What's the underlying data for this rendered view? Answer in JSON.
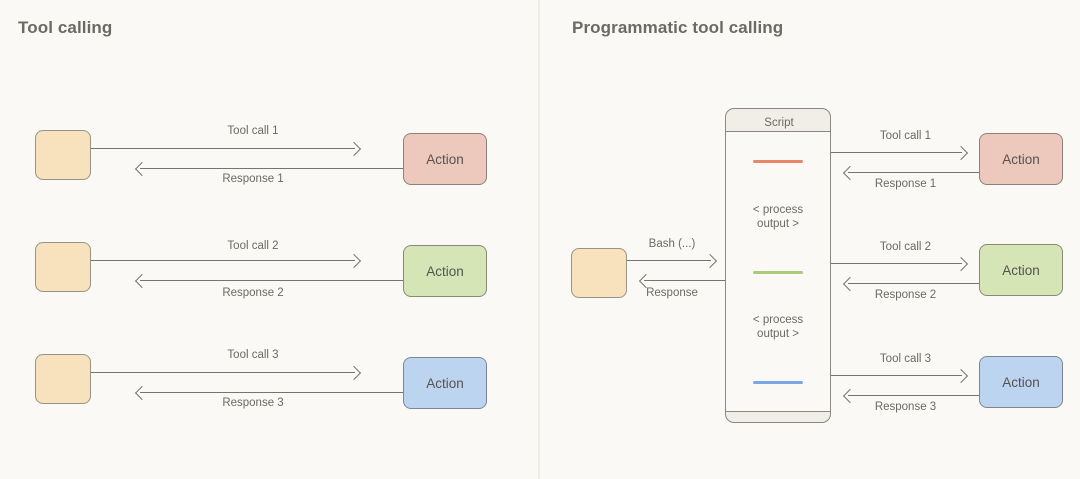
{
  "panels": {
    "left": {
      "title": "Tool calling",
      "agent_boxes": 3,
      "rows": [
        {
          "call_label": "Tool call 1",
          "response_label": "Response 1",
          "action_label": "Action",
          "action_color": "#edc9bd"
        },
        {
          "call_label": "Tool call 2",
          "response_label": "Response 2",
          "action_label": "Action",
          "action_color": "#d5e5b6"
        },
        {
          "call_label": "Tool call 3",
          "response_label": "Response 3",
          "action_label": "Action",
          "action_color": "#bdd4f0"
        }
      ]
    },
    "right": {
      "title": "Programmatic tool calling",
      "bash_label": "Bash (...)",
      "response_label": "Response",
      "script": {
        "title": "Script",
        "code_lines": [
          {
            "color": "#e8866a"
          },
          {
            "color": "#a8cc7a"
          },
          {
            "color": "#7aa7e8"
          }
        ],
        "process_labels": [
          "< process\noutput >",
          "< process\noutput >"
        ]
      },
      "rows": [
        {
          "call_label": "Tool call 1",
          "response_label": "Response 1",
          "action_label": "Action",
          "action_color": "#edc9bd"
        },
        {
          "call_label": "Tool call 2",
          "response_label": "Response 2",
          "action_label": "Action",
          "action_color": "#d5e5b6"
        },
        {
          "call_label": "Tool call 3",
          "response_label": "Response 3",
          "action_label": "Action",
          "action_color": "#bdd4f0"
        }
      ]
    }
  },
  "colors": {
    "background": "#faf9f5",
    "stroke": "#76746e",
    "text": "#6b6a65",
    "agent_fill": "#f7e2bd",
    "divider": "#eeece3"
  }
}
